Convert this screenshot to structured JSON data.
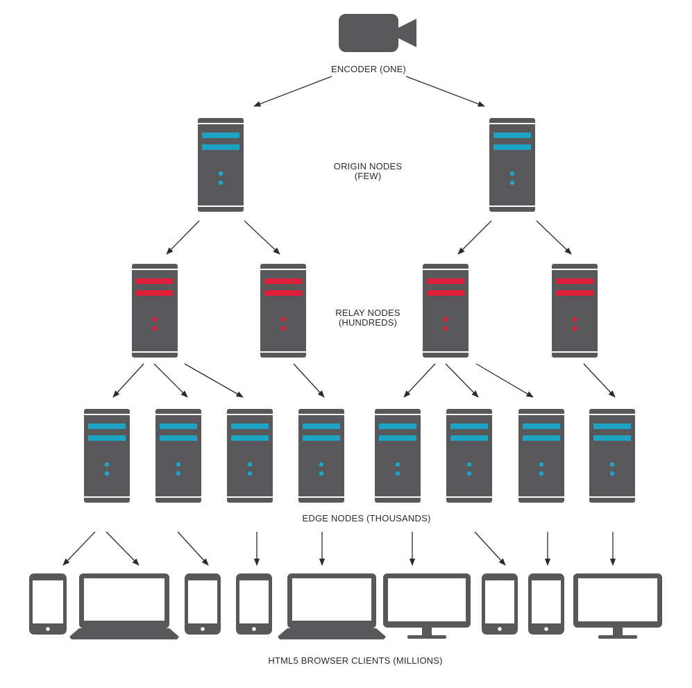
{
  "labels": {
    "encoder": "ENCODER (ONE)",
    "origin_line1": "ORIGIN NODES",
    "origin_line2": "(FEW)",
    "relay_line1": "RELAY NODES",
    "relay_line2": "(HUNDREDS)",
    "edge": "EDGE NODES (THOUSANDS)",
    "clients": "HTML5 BROWSER CLIENTS (MILLIONS)"
  },
  "colors": {
    "device_gray": "#58585a",
    "origin_accent": "#1fa3c4",
    "relay_accent": "#e0203a",
    "edge_accent": "#1fa3c4",
    "arrow": "#2b2b2b"
  },
  "tiers": {
    "encoder": {
      "count": 1,
      "icon": "video-camera-icon"
    },
    "origin": {
      "count": 2,
      "icon": "server-icon"
    },
    "relay": {
      "count": 4,
      "icon": "server-icon"
    },
    "edge": {
      "count": 8,
      "icon": "server-icon"
    },
    "clients": [
      "phone",
      "laptop",
      "phone",
      "phone",
      "laptop",
      "monitor",
      "phone",
      "phone",
      "monitor"
    ]
  }
}
